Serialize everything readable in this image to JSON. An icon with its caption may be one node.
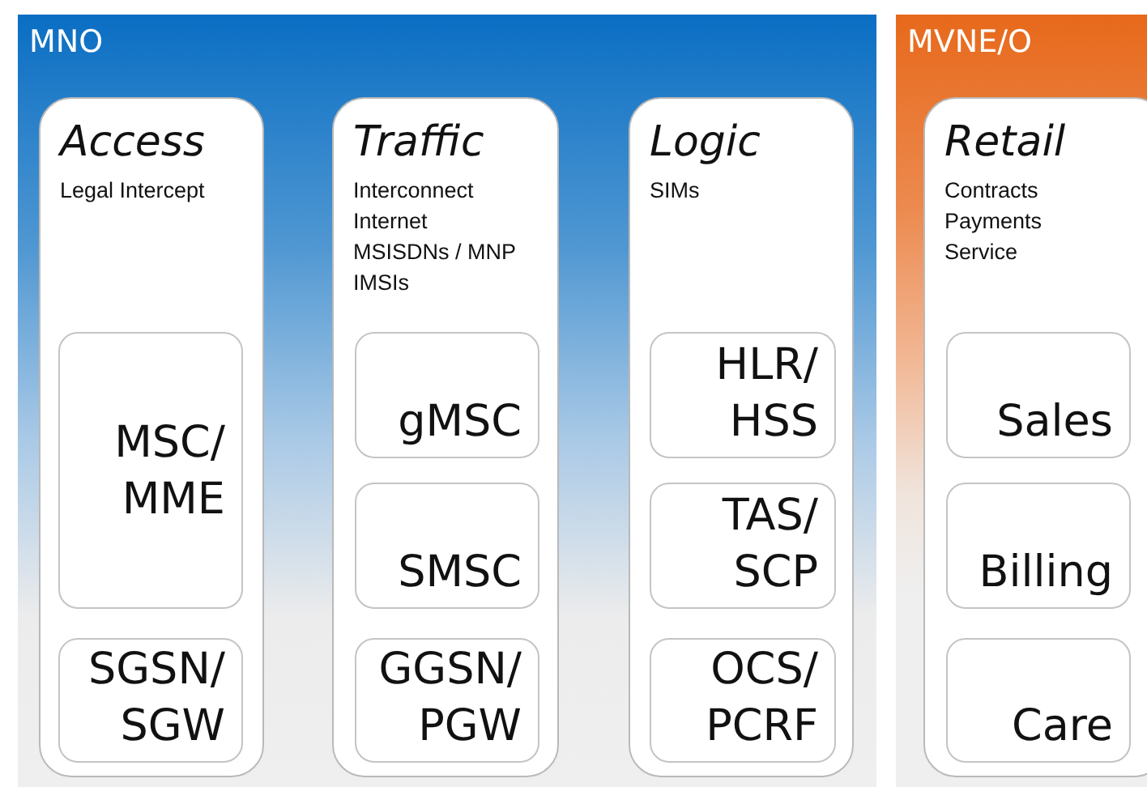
{
  "diagram": {
    "nodes": [
      {
        "text": [
          "MNO"
        ]
      },
      {
        "text": [
          "Access",
          "Legal Intercept"
        ],
        "in": 0
      },
      {
        "text": [
          "MSC/ MME"
        ],
        "in": 1
      },
      {
        "text": [
          "SGSN/ SGW"
        ],
        "in": 1
      },
      {
        "text": [
          "Traffic",
          "Interconnect",
          "Internet",
          "MSISDNs / MNP",
          "IMSIs"
        ],
        "in": 0
      },
      {
        "text": [
          "gMSC"
        ],
        "in": 4
      },
      {
        "text": [
          "SMSC"
        ],
        "in": 4
      },
      {
        "text": [
          "GGSN/ PGW"
        ],
        "in": 4
      },
      {
        "text": [
          "Logic",
          "SIMs"
        ],
        "in": 0
      },
      {
        "text": [
          "HLR/ HSS"
        ],
        "in": 8
      },
      {
        "text": [
          "TAS/ SCP"
        ],
        "in": 8
      },
      {
        "text": [
          "OCS/ PCRF"
        ],
        "in": 8
      },
      {
        "text": [
          "MVNE/O"
        ]
      },
      {
        "text": [
          "Retail",
          "Contracts",
          "Payments",
          "Service"
        ],
        "in": 12
      },
      {
        "text": [
          "Sales"
        ],
        "in": 13
      },
      {
        "text": [
          "Billing"
        ],
        "in": 13
      },
      {
        "text": [
          "Care"
        ],
        "in": 13
      }
    ]
  }
}
